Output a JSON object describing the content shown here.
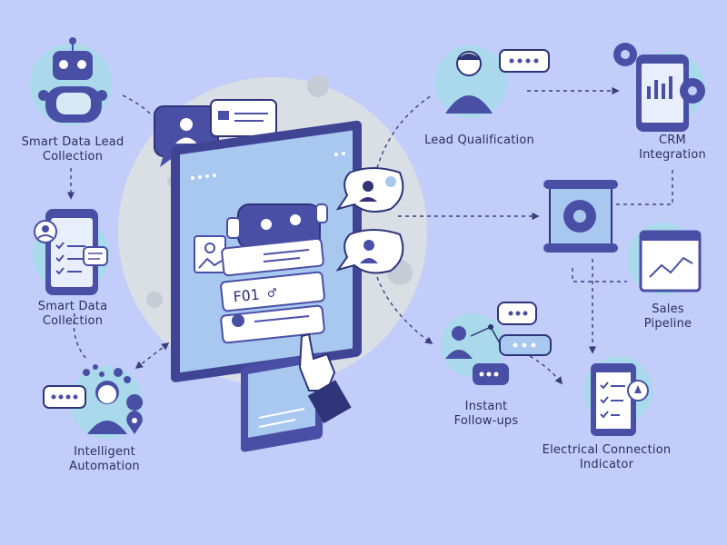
{
  "colors": {
    "background": "#c3cdf9",
    "primary": "#4a4fa6",
    "dark": "#2f3478",
    "circle": "#a9d9ea",
    "screen": "#a8c8f0",
    "moon": "#dadfe6"
  },
  "nodes": {
    "smart_data_lead": {
      "line1": "Smart Data Lead",
      "line2": "Collection",
      "icon": "robot-icon"
    },
    "smart_data": {
      "line1": "Smart Data",
      "line2": "Collection",
      "icon": "phone-checklist-icon"
    },
    "intelligent_automation": {
      "line1": "Intelligent",
      "line2": "Automation",
      "icon": "agent-headset-icon"
    },
    "lead_qualification": {
      "line1": "Lead Qualification",
      "icon": "person-icon"
    },
    "crm_integration": {
      "line1": "CRM",
      "line2": "Integration",
      "icon": "tablet-gears-icon"
    },
    "sales_pipeline": {
      "line1": "Sales",
      "line2": "Pipeline",
      "icon": "chart-window-icon"
    },
    "instant_followups": {
      "line1": "Instant",
      "line2": "Follow-ups",
      "icon": "chat-person-icon"
    },
    "electrical_connection": {
      "line1": "Electrical Connection",
      "line2": "Indicator",
      "icon": "tablet-checklist-icon"
    }
  },
  "central": {
    "field_text": "FO1 ♂"
  }
}
